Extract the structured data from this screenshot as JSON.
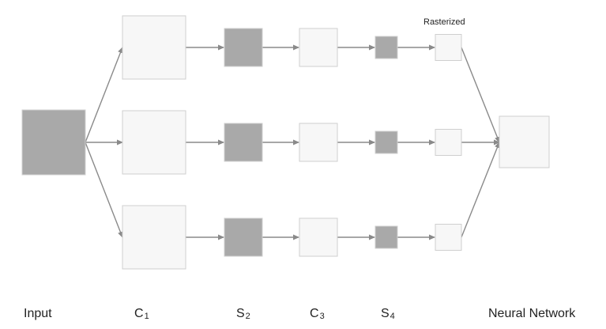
{
  "diagram": {
    "rasterized_label": "Rasterized",
    "stage_labels": {
      "input": "Input",
      "c1": {
        "main": "C",
        "sub": "1"
      },
      "s2": {
        "main": "S",
        "sub": "2"
      },
      "c3": {
        "main": "C",
        "sub": "3"
      },
      "s4": {
        "main": "S",
        "sub": "4"
      },
      "output": "Neural Network"
    },
    "colors": {
      "dark_fill": "#a9a9a9",
      "light_fill": "#f7f7f7",
      "border": "#cfcfcf",
      "arrow": "#8a8a8a"
    }
  }
}
